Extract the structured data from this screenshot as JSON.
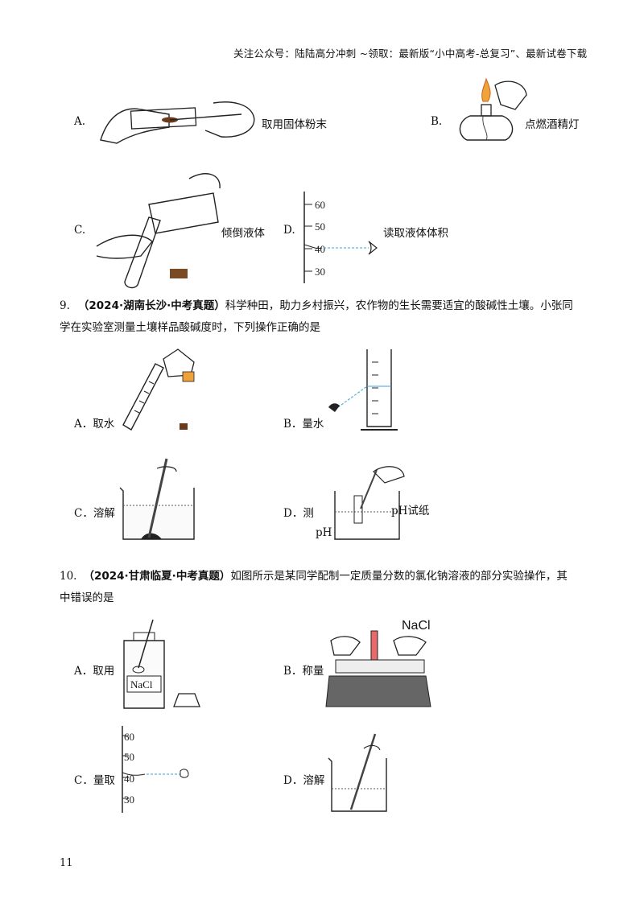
{
  "header": "关注公众号：陆陆高分冲刺 ~领取：最新版“小中高考-总复习”、最新试卷下载",
  "q8": {
    "options": [
      {
        "letter": "A.",
        "caption": "取用固体粉末"
      },
      {
        "letter": "B.",
        "caption": "点燃酒精灯"
      },
      {
        "letter": "C.",
        "caption": "倾倒液体"
      },
      {
        "letter": "D.",
        "caption": "读取液体体积"
      }
    ],
    "ticks": [
      "60",
      "50",
      "40",
      "30"
    ]
  },
  "q9": {
    "number": "9.",
    "source": "（2024·湖南长沙·中考真题）",
    "stem_line1": "科学种田，助力乡村振兴，农作物的生长需要适宜的酸碱性土壤。小张同",
    "stem_line2": "学在实验室测量土壤样品酸碱度时，下列操作正确的是",
    "options": [
      {
        "label": "A．取水"
      },
      {
        "label": "B．量水"
      },
      {
        "label": "C．溶解"
      },
      {
        "label": "D．测"
      }
    ],
    "ph_paper": "pH试纸",
    "ph": "pH"
  },
  "q10": {
    "number": "10.",
    "source": "（2024·甘肃临夏·中考真题）",
    "stem_line1": "如图所示是某同学配制一定质量分数的氯化钠溶液的部分实验操作，其",
    "stem_line2": "中错误的是",
    "options": [
      {
        "label": "A．取用"
      },
      {
        "label": "B．称量"
      },
      {
        "label": "C．量取"
      },
      {
        "label": "D．溶解"
      }
    ],
    "nacl": "NaCl",
    "ticks": [
      "60",
      "50",
      "40",
      "30"
    ]
  },
  "page_number": "11"
}
